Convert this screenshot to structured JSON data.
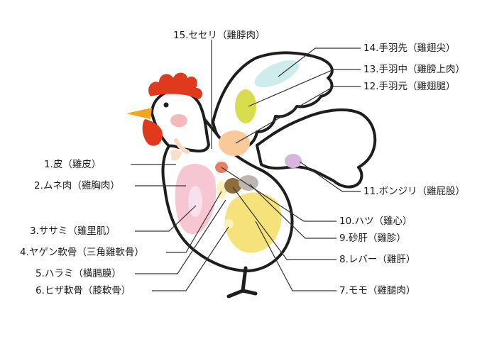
{
  "labels": {
    "p1": "1.皮（雞皮）",
    "p2": "2.ムネ肉（雞胸肉）",
    "p3": "3.ササミ（雞里肌）",
    "p4": "4.ヤゲン軟骨（三角雞軟骨）",
    "p5": "5.ハラミ（橫膈膜）",
    "p6": "6.ヒザ軟骨（膝軟骨）",
    "p7": "7.モモ（雞腿肉）",
    "p8": "8.レバー（雞肝）",
    "p9": "9.砂肝（雞胗）",
    "p10": "10.ハツ（雞心）",
    "p11": "11.ボンジリ（雞屁股）",
    "p12": "12.手羽元（雞翅腿）",
    "p13": "13.手羽中（雞膀上肉）",
    "p14": "14.手羽先（雞翅尖）",
    "p15": "15.セセリ（雞脖肉）"
  },
  "colors": {
    "outline": "#1e1e1e",
    "comb": "#e03a1e",
    "beak": "#f3a51b",
    "cheek": "#f6b8b8",
    "skin": "#f7d5c5",
    "breast": "#f6c6d3",
    "tender": "#f7e1ec",
    "yellow": "#f6e27b",
    "yellow_light": "#fbf0b8",
    "orange": "#f9c99a",
    "lime": "#d8dd4e",
    "cyan": "#cfeced",
    "purple": "#d5b7dc",
    "liver": "#8e6d3a",
    "gizzard": "#bdb7b0",
    "heart": "#e58066",
    "leader": "#333333"
  }
}
